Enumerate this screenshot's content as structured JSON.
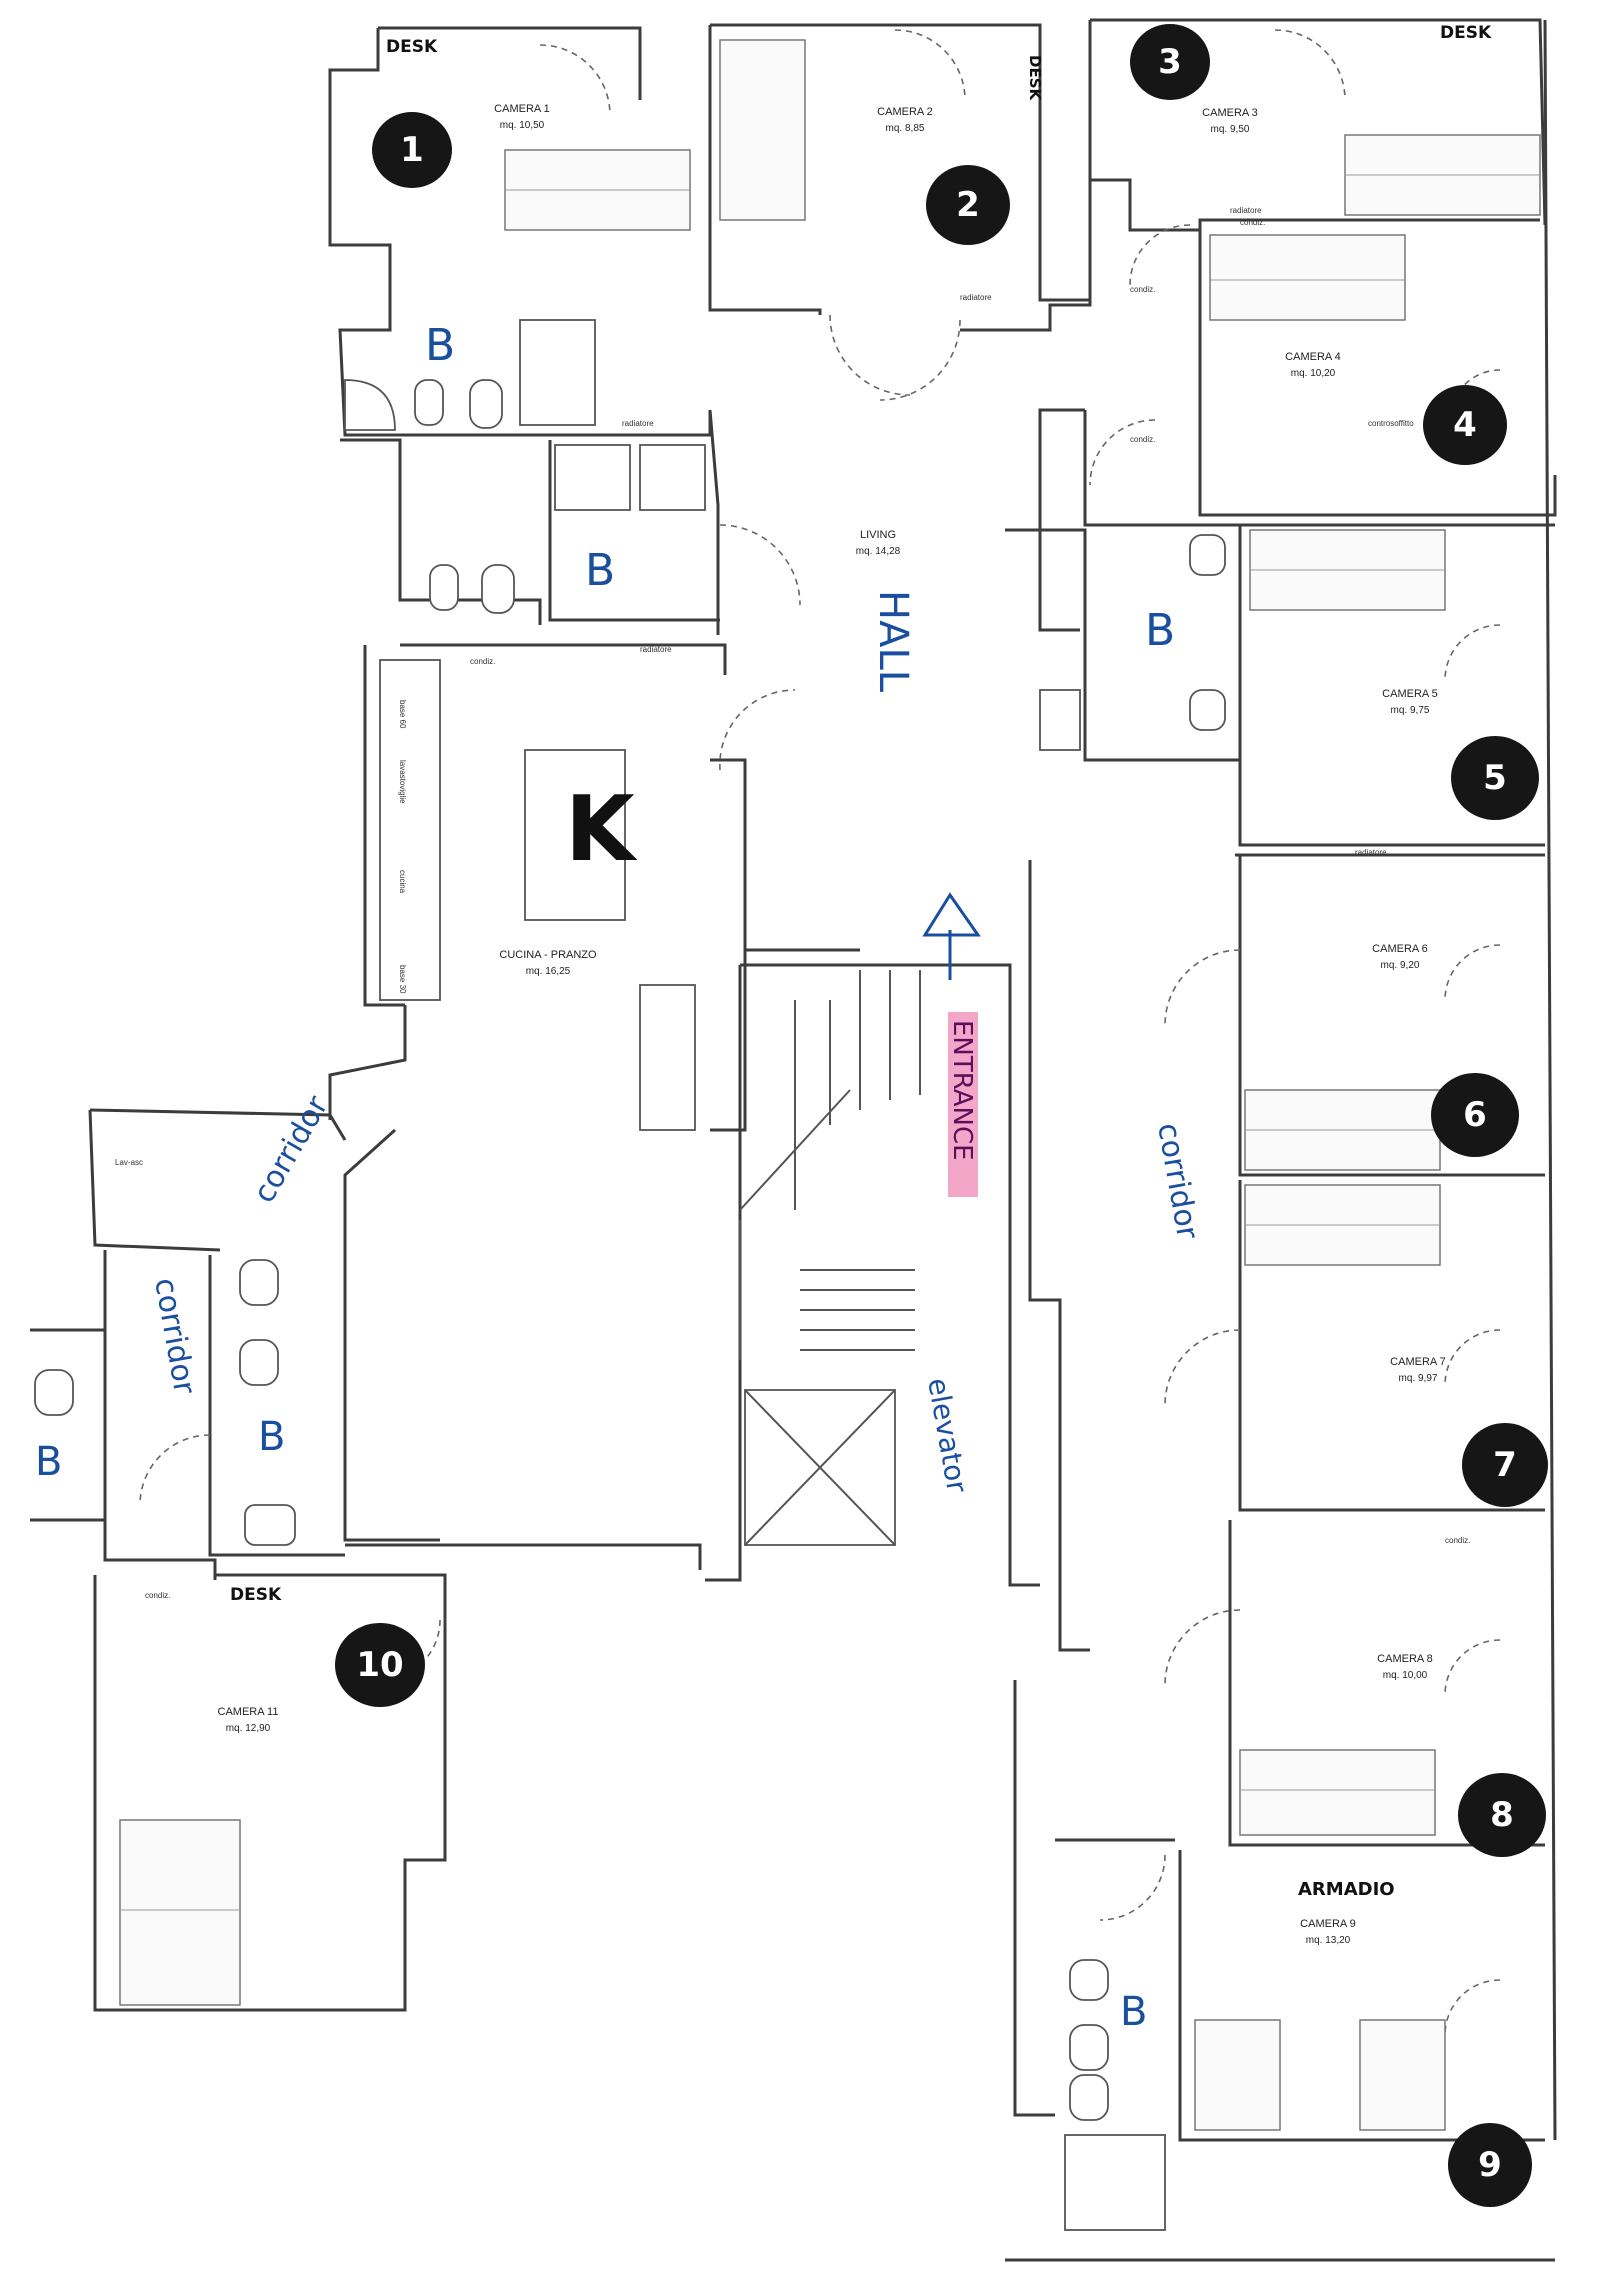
{
  "rooms": {
    "camera1": {
      "name": "CAMERA 1",
      "area": "mq. 10,50"
    },
    "camera2": {
      "name": "CAMERA 2",
      "area": "mq. 8,85"
    },
    "camera3": {
      "name": "CAMERA 3",
      "area": "mq. 9,50"
    },
    "camera4": {
      "name": "CAMERA 4",
      "area": "mq. 10,20"
    },
    "camera5": {
      "name": "CAMERA 5",
      "area": "mq. 9,75"
    },
    "camera6": {
      "name": "CAMERA 6",
      "area": "mq. 9,20"
    },
    "camera7": {
      "name": "CAMERA 7",
      "area": "mq. 9,97"
    },
    "camera8": {
      "name": "CAMERA 8",
      "area": "mq. 10,00"
    },
    "camera9": {
      "name": "CAMERA 9",
      "area": "mq. 13,20"
    },
    "camera11": {
      "name": "CAMERA 11",
      "area": "mq. 12,90"
    },
    "living": {
      "name": "LIVING",
      "area": "mq. 14,28"
    },
    "kitchen": {
      "name": "CUCINA - PRANZO",
      "area": "mq. 16,25"
    }
  },
  "handwritten": {
    "hall": "HALL",
    "kitchen_letter": "K",
    "entrance": "ENTRANCE",
    "elevator": "elevator",
    "corridor_right": "corridor",
    "corridor_left_upper": "corridor",
    "corridor_left_lower": "corridor",
    "bath_letter": "B",
    "desk": "DESK",
    "armadio": "ARMADIO"
  },
  "fixture_labels": {
    "radiatore": "radiatore",
    "condiz": "condiz.",
    "controsoffitto": "controsoffitto",
    "lavasc": "Lav-asc",
    "base60": "base 60",
    "lavastoviglie": "lavastoviglie",
    "cucina": "cucina",
    "base30": "base 30"
  },
  "room_markers": [
    "1",
    "2",
    "3",
    "4",
    "5",
    "6",
    "7",
    "8",
    "9",
    "10"
  ],
  "colors": {
    "wall": "#3c3c3c",
    "marker": "#161616",
    "handwriting": "#1a4fa0",
    "entrance_highlight": "#f4a6c8"
  }
}
